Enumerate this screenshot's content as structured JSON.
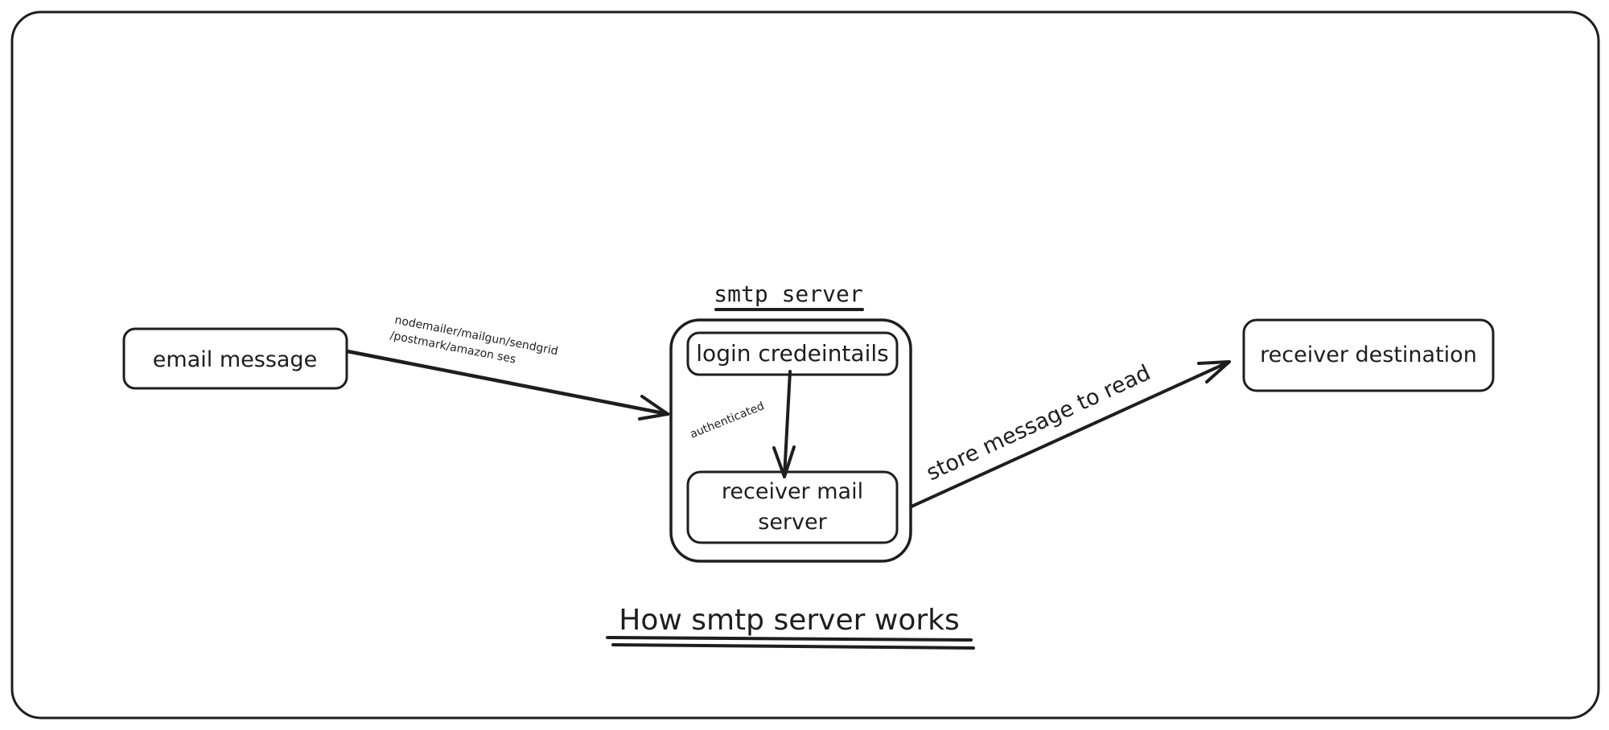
{
  "diagram": {
    "title": "How smtp server works",
    "colors": {
      "stroke": "#1e1e1e",
      "background": "#ffffff"
    },
    "nodes": {
      "email_message": {
        "label": "email message"
      },
      "smtp_server": {
        "label": "smtp server"
      },
      "login_credentials": {
        "label": "login credeintails"
      },
      "receiver_mail_server": {
        "label_line1": "receiver mail",
        "label_line2": "server"
      },
      "receiver_destination": {
        "label": "receiver destination"
      }
    },
    "edges": {
      "send": {
        "from": "email message",
        "to": "smtp server",
        "label_line1": "nodemailer/mailgun/sendgrid",
        "label_line2": "/postmark/amazon ses"
      },
      "auth": {
        "from": "login credeintails",
        "to": "receiver mail server",
        "label": "authenticated"
      },
      "store": {
        "from": "receiver mail server",
        "to": "receiver destination",
        "label": "store message to read"
      }
    }
  }
}
